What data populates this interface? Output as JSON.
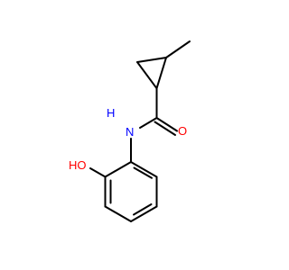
{
  "molecule": {
    "atoms": {
      "oxygen_carbonyl": "O",
      "nitrogen_amide": "N",
      "hydrogen_amide": "H",
      "hydroxyl": "HO"
    },
    "colors": {
      "bond": "#000000",
      "oxygen": "#ff0000",
      "nitrogen": "#0000ff",
      "background": "#ffffff"
    }
  }
}
